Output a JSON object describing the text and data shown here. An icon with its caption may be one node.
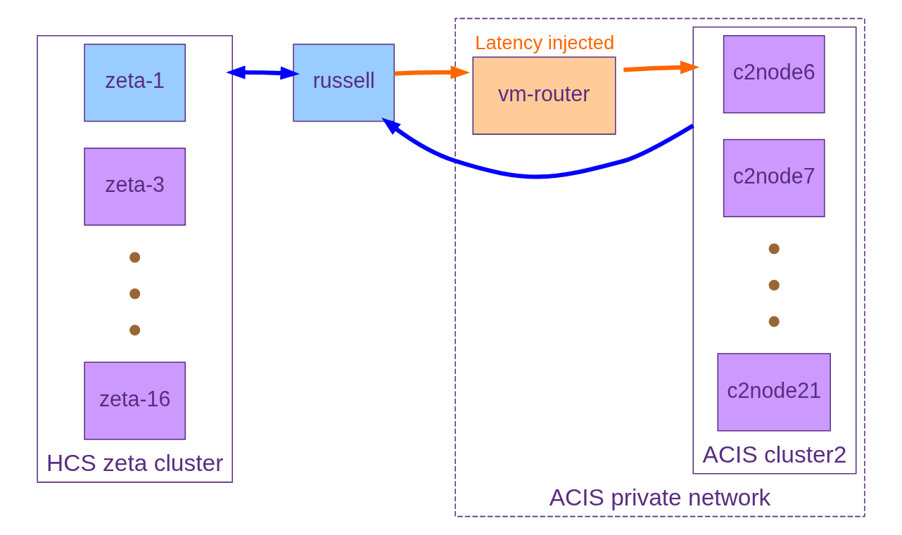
{
  "diagram": {
    "nodes": [
      {
        "text": [
          "HCS zeta cluster"
        ]
      },
      {
        "text": [
          "zeta-1"
        ],
        "in": 0
      },
      {
        "text": [
          "zeta-3"
        ],
        "in": 0
      },
      {
        "text": [],
        "shape": "circle",
        "in": 0
      },
      {
        "text": [],
        "shape": "circle",
        "in": 0
      },
      {
        "text": [],
        "shape": "circle",
        "in": 0
      },
      {
        "text": [
          "zeta-16"
        ],
        "in": 0
      },
      {
        "text": [
          "russell"
        ]
      },
      {
        "text": [
          "ACIS private network"
        ]
      },
      {
        "text": [
          "vm-router"
        ],
        "in": 8,
        "beside": [
          "Latency injected"
        ]
      },
      {
        "text": [
          "ACIS cluster2"
        ],
        "in": 8
      },
      {
        "text": [
          "c2node6"
        ],
        "in": 10
      },
      {
        "text": [
          "c2node7"
        ],
        "in": 10
      },
      {
        "text": [],
        "shape": "circle",
        "in": 10
      },
      {
        "text": [],
        "shape": "circle",
        "in": 10
      },
      {
        "text": [],
        "shape": "circle",
        "in": 10
      },
      {
        "text": [
          "c2node21"
        ],
        "in": 10
      }
    ],
    "edges": [
      {
        "from": 7,
        "to": 0,
        "arrow": "both",
        "color": "#0000ff"
      },
      {
        "from": 7,
        "to": 9,
        "arrow": "to",
        "color": "#ff6600"
      },
      {
        "from": 9,
        "to": 10,
        "arrow": "to",
        "color": "#ff6600"
      },
      {
        "from": 10,
        "to": 7,
        "arrow": "to",
        "color": "#0000ff"
      }
    ]
  }
}
